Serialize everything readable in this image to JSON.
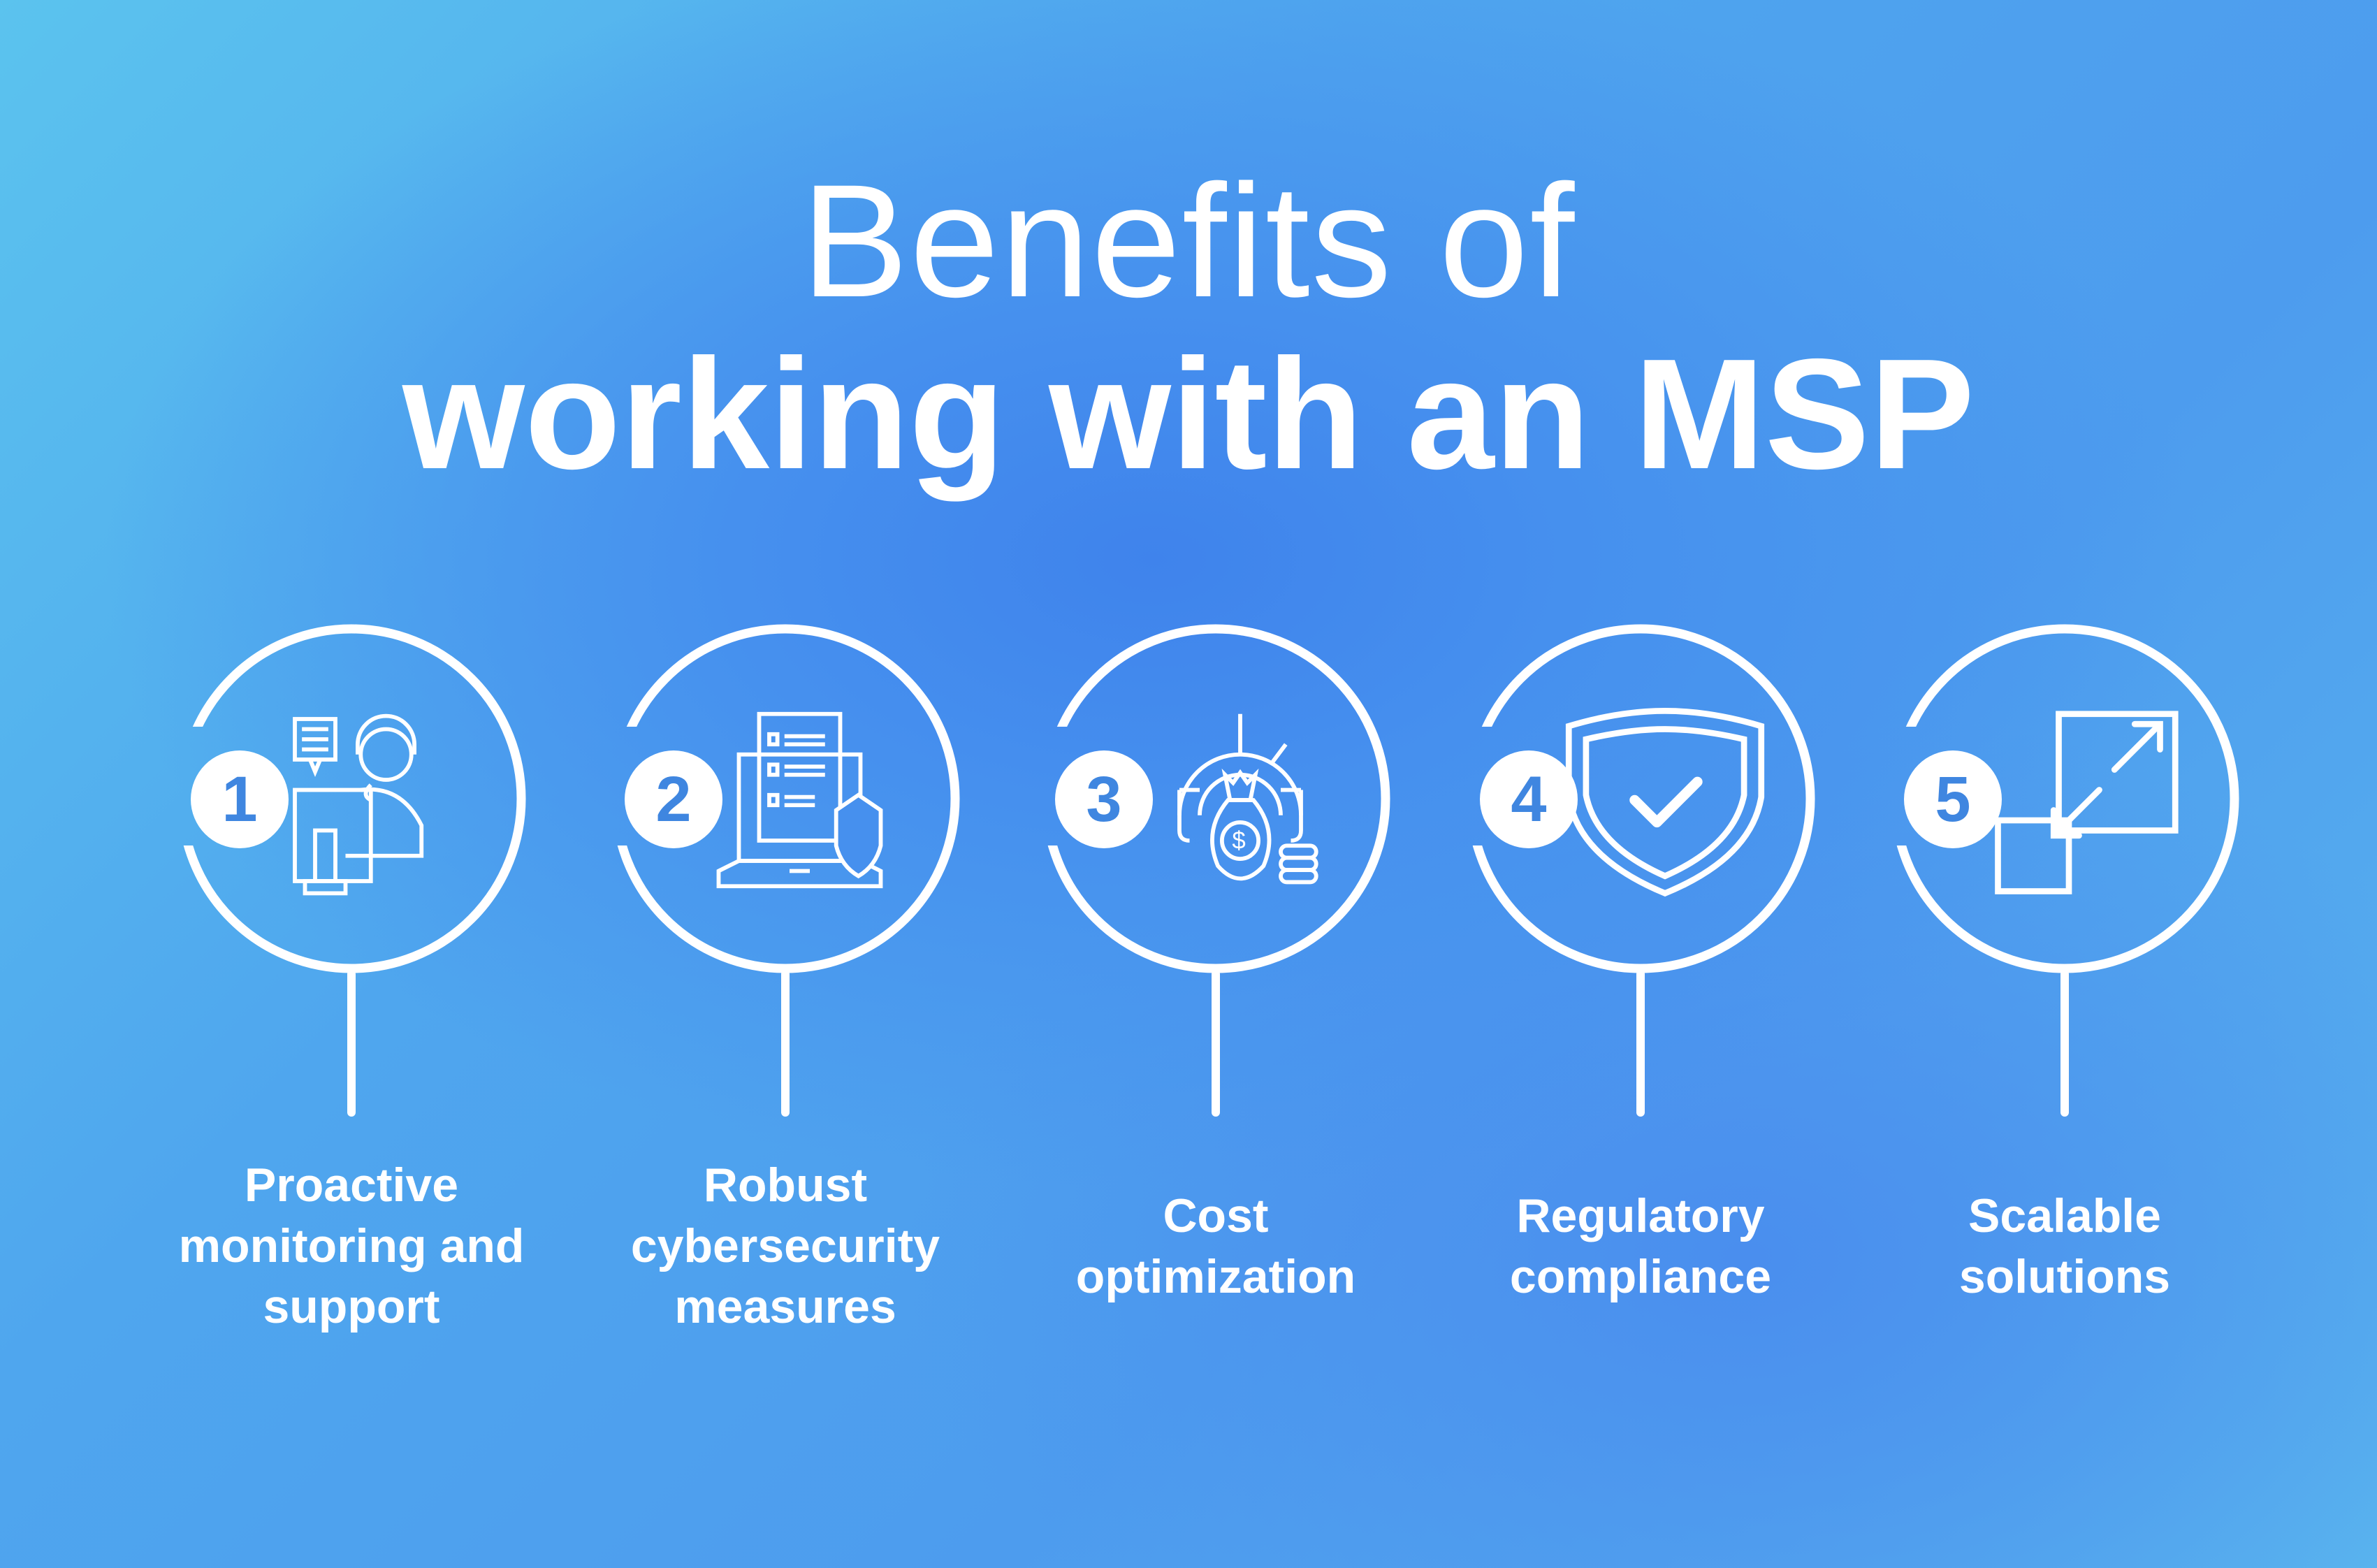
{
  "title": {
    "line1": "Benefits of",
    "line2": "working with an MSP"
  },
  "items": [
    {
      "number": "1",
      "icon": "support-agent-icon",
      "label": "Proactive monitoring and support",
      "lines": [
        "Proactive",
        "monitoring and",
        "support"
      ]
    },
    {
      "number": "2",
      "icon": "laptop-shield-icon",
      "label": "Robust cybersecurity measures",
      "lines": [
        "Robust",
        "cybersecurity",
        "measures"
      ]
    },
    {
      "number": "3",
      "icon": "money-bag-gauge-icon",
      "label": "Cost optimization",
      "lines": [
        "Cost",
        "optimization"
      ]
    },
    {
      "number": "4",
      "icon": "shield-check-icon",
      "label": "Regulatory compliance",
      "lines": [
        "Regulatory",
        "compliance"
      ]
    },
    {
      "number": "5",
      "icon": "scale-arrows-icon",
      "label": "Scalable solutions",
      "lines": [
        "Scalable",
        "solutions"
      ]
    }
  ],
  "colors": {
    "accent": "#3f86e0",
    "background": "#4690ee"
  }
}
